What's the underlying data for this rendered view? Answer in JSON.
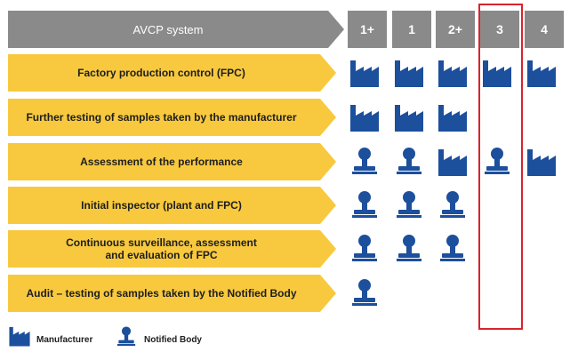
{
  "header": {
    "title": "AVCP system"
  },
  "levels": [
    "1+",
    "1",
    "2+",
    "3",
    "4"
  ],
  "rows": [
    {
      "label": "Factory production control (FPC)",
      "cells": [
        "factory",
        "factory",
        "factory",
        "factory",
        "factory"
      ]
    },
    {
      "label": "Further testing of samples taken by the manufacturer",
      "cells": [
        "factory",
        "factory",
        "factory",
        "",
        ""
      ]
    },
    {
      "label": "Assessment of the performance",
      "cells": [
        "stamp",
        "stamp",
        "factory",
        "stamp",
        "factory"
      ]
    },
    {
      "label": "Initial inspector (plant and FPC)",
      "cells": [
        "stamp",
        "stamp",
        "stamp",
        "",
        ""
      ]
    },
    {
      "label": "Continuous surveillance, assessment\nand evaluation of FPC",
      "cells": [
        "stamp",
        "stamp",
        "stamp",
        "",
        ""
      ]
    },
    {
      "label": "Audit – testing of samples taken by the Notified Body",
      "cells": [
        "stamp",
        "",
        "",
        "",
        ""
      ]
    }
  ],
  "legend": {
    "manufacturer": "Manufacturer",
    "notified_body": "Notified Body"
  },
  "colors": {
    "header_gray": "#8a8a8a",
    "row_yellow": "#f8c93e",
    "icon_blue": "#1c4f9c",
    "highlight_red": "#d9232d"
  },
  "highlighted_level": "3"
}
